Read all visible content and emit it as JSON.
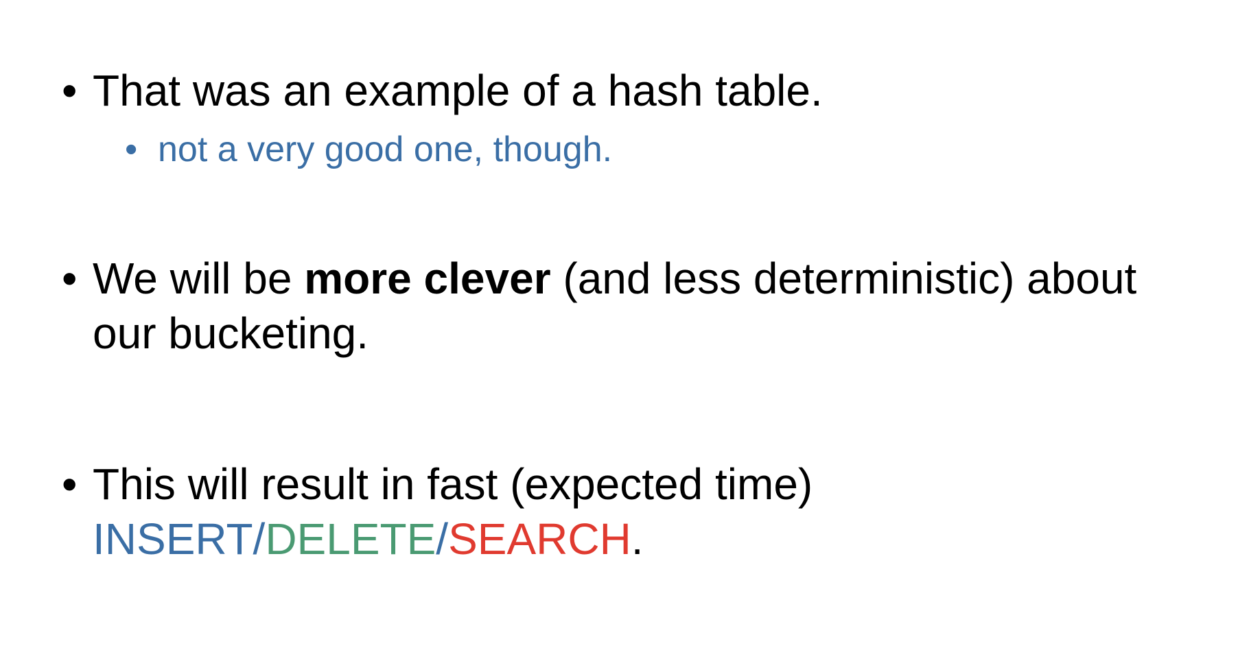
{
  "bullets": {
    "b1": {
      "text": "That was an example of a hash table."
    },
    "b1_sub": {
      "text": "not a very good one, though."
    },
    "b2": {
      "pre": "We will be ",
      "bold": "more clever",
      "post": " (and less deterministic) about",
      "line2": "our bucketing."
    },
    "b3": {
      "line1": "This will result in fast (expected time)",
      "insert": "INSERT",
      "slash1": "/",
      "delete": "DELETE",
      "slash2": "/",
      "search": "SEARCH",
      "period": "."
    }
  },
  "glyphs": {
    "bullet": "•"
  },
  "colors": {
    "insert": "#3a6ea5",
    "delete": "#4a9a72",
    "search": "#e03a2f",
    "subbullet": "#3a6ea5"
  }
}
